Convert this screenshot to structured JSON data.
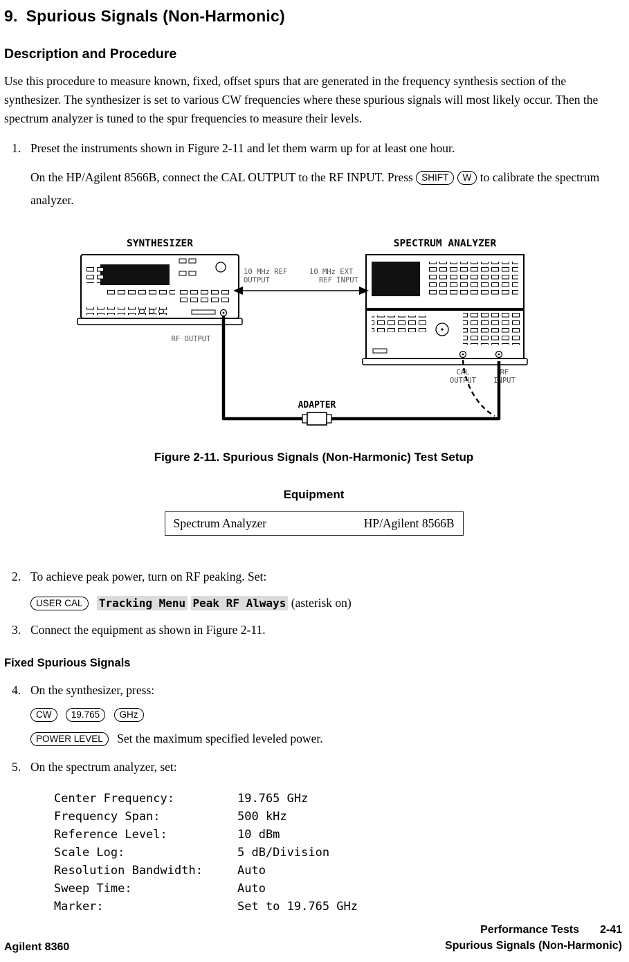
{
  "header": {
    "number": "9.",
    "title": "Spurious Signals (Non-Harmonic)"
  },
  "section": {
    "heading": "Description and Procedure",
    "intro": "Use this procedure to measure known, fixed, offset spurs that are generated in the frequency synthesis section of the synthesizer. The synthesizer is set to various CW frequencies where these spurious signals will most likely occur. Then the spectrum analyzer is tuned to the spur frequencies to measure their levels."
  },
  "steps": {
    "s1": "Preset the instruments shown in Figure 2-11 and let them warm up for at least one hour.",
    "s1b_pre": "On the HP/Agilent 8566B, connect the CAL OUTPUT to the RF INPUT. Press",
    "s1b_post": "to calibrate the spectrum analyzer.",
    "s2": "To achieve peak power, turn on RF peaking. Set:",
    "s2_note": "(asterisk on)",
    "s3": "Connect the equipment as shown in Figure 2-11.",
    "s4": "On the synthesizer, press:",
    "s4b": "Set the maximum specified leveled power.",
    "s5": "On the spectrum analyzer, set:"
  },
  "keys": {
    "shift": "SHIFT",
    "w": "W",
    "user_cal": "USER CAL",
    "cw": "CW",
    "freq": "19.765",
    "ghz": "GHz",
    "power_level": "POWER LEVEL"
  },
  "softkeys": {
    "menu": "Tracking Menu",
    "peak": "Peak RF Always"
  },
  "figure": {
    "synthesizer": "SYNTHESIZER",
    "analyzer": "SPECTRUM ANALYZER",
    "ref_out_1": "10 MHz REF",
    "ref_out_2": "OUTPUT",
    "ext_ref_1": "10 MHz EXT",
    "ext_ref_2": "REF INPUT",
    "rf_output": "RF OUTPUT",
    "cal_1": "CAL",
    "cal_2": "OUTPUT",
    "rfin_1": "RF",
    "rfin_2": "INPUT",
    "adapter": "ADAPTER",
    "caption": "Figure 2-11. Spurious Signals (Non-Harmonic) Test Setup"
  },
  "equipment": {
    "heading": "Equipment",
    "item": "Spectrum Analyzer",
    "model": "HP/Agilent 8566B"
  },
  "fixed_heading": "Fixed Spurious Signals",
  "settings": [
    {
      "label": "Center Frequency:",
      "value": "19.765 GHz"
    },
    {
      "label": "Frequency Span:",
      "value": "500 kHz"
    },
    {
      "label": "Reference Level:",
      "value": "10 dBm"
    },
    {
      "label": "Scale Log:",
      "value": "5 dB/Division"
    },
    {
      "label": "Resolution Bandwidth:",
      "value": "Auto"
    },
    {
      "label": "Sweep Time:",
      "value": "Auto"
    },
    {
      "label": "Marker:",
      "value": "Set to 19.765 GHz"
    }
  ],
  "footer": {
    "left": "Agilent 8360",
    "right_title": "Performance Tests",
    "right_page": "2-41",
    "right_sub": "Spurious Signals (Non-Harmonic)"
  }
}
